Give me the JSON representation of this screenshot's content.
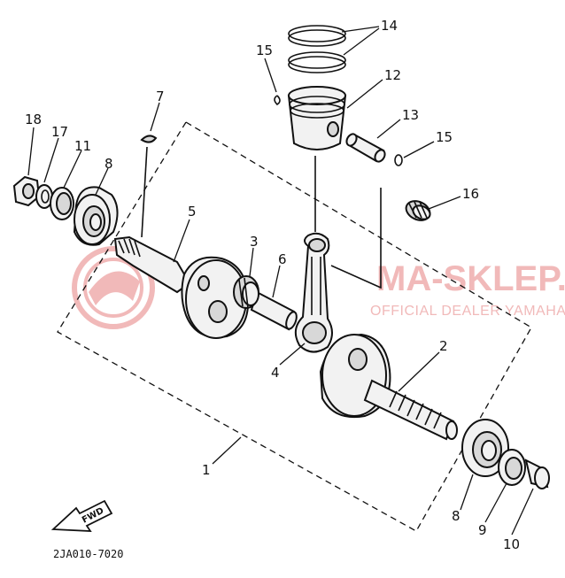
{
  "diagram": {
    "callouts": [
      "1",
      "2",
      "3",
      "4",
      "5",
      "6",
      "7",
      "8",
      "8",
      "9",
      "10",
      "11",
      "12",
      "13",
      "14",
      "15",
      "15",
      "16",
      "17",
      "18"
    ],
    "reference_code": "2JA010-7020",
    "forward_arrow_label": "FWD"
  },
  "watermark": {
    "main_text": "MA-SKLEP.PL",
    "sub_text": "OFFICIAL DEALER YAMAHA",
    "color": "#f1b9b9"
  }
}
